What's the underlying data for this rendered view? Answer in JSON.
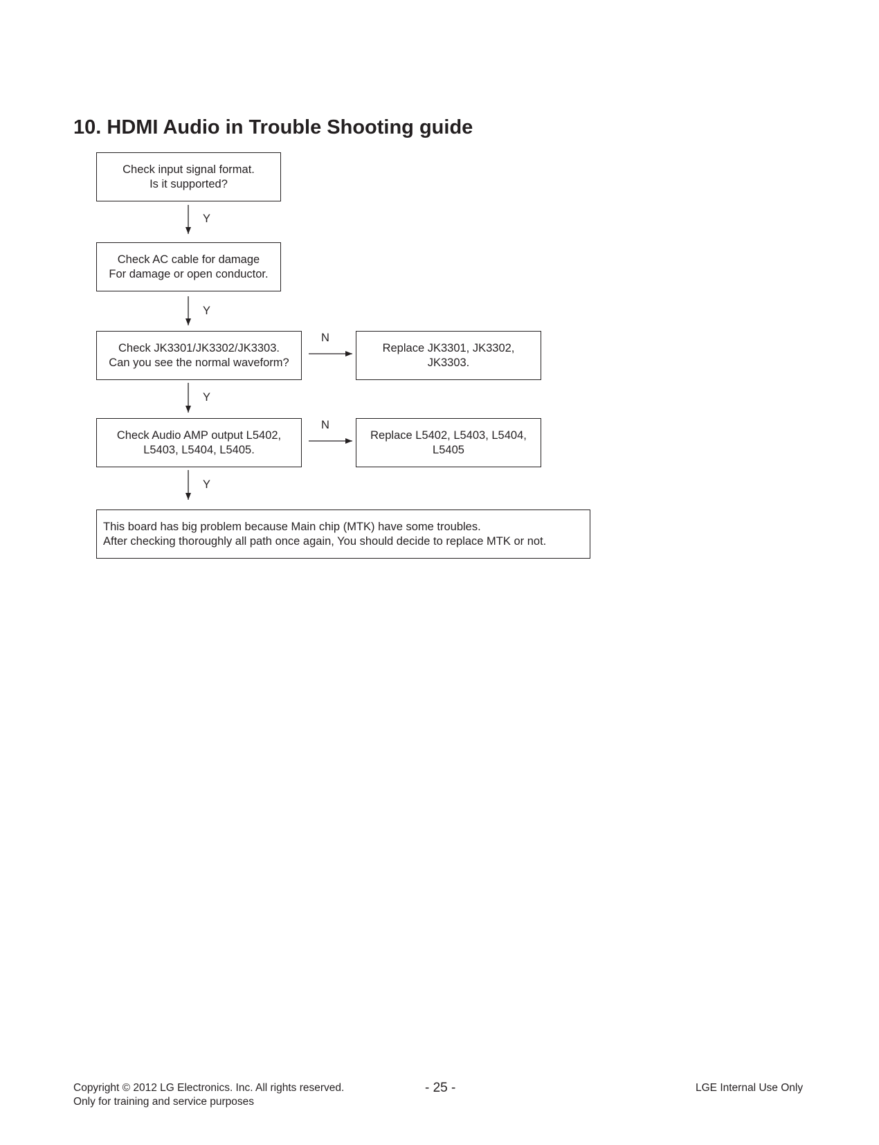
{
  "title": "10. HDMI Audio in Trouble Shooting guide",
  "flowchart": {
    "nodes": {
      "check_signal": {
        "line1": "Check input signal format.",
        "line2": "Is it supported?"
      },
      "check_ac": {
        "line1": "Check AC cable for damage",
        "line2": "For damage or open conductor."
      },
      "check_jk": {
        "line1": "Check JK3301/JK3302/JK3303.",
        "line2": "Can you see the normal waveform?"
      },
      "replace_jk": {
        "line1": "Replace JK3301, JK3302,",
        "line2": "JK3303."
      },
      "check_amp": {
        "line1": "Check Audio AMP output L5402,",
        "line2": "L5403, L5404, L5405."
      },
      "replace_l": {
        "line1": "Replace L5402, L5403, L5404,",
        "line2": "L5405"
      },
      "main_chip": {
        "line1": "This board has big problem because Main chip (MTK) have some troubles.",
        "line2": "After checking thoroughly all path once again, You should decide to replace MTK or not."
      }
    },
    "edge_labels": {
      "yes": "Y",
      "no": "N"
    }
  },
  "footer": {
    "copyright": "Copyright  © 2012  LG Electronics. Inc. All rights reserved.",
    "purpose": "Only for training and service purposes",
    "page_number": "- 25 -",
    "internal": "LGE Internal Use Only"
  }
}
